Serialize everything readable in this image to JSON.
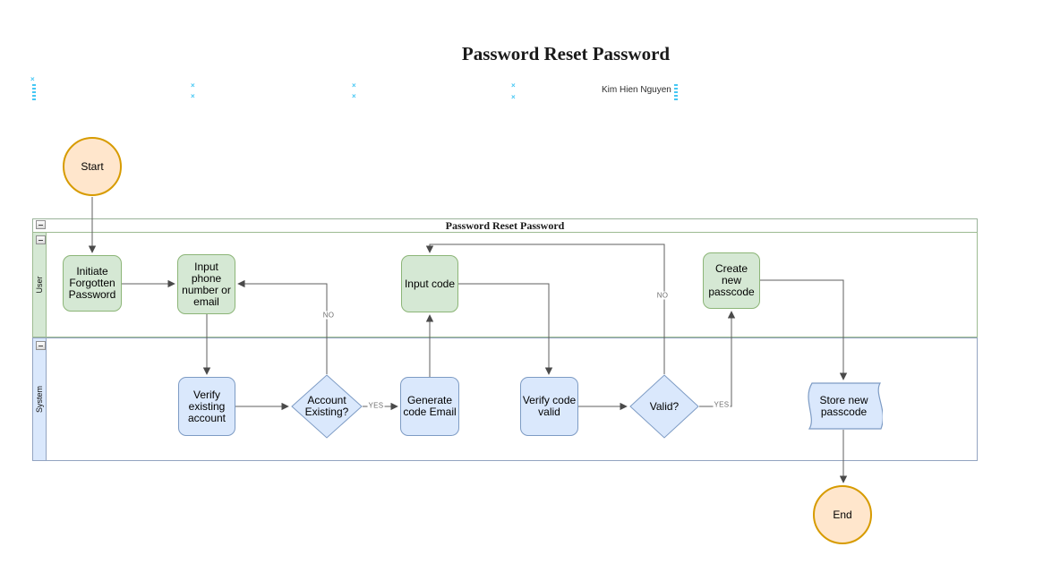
{
  "page": {
    "title": "Password Reset Password",
    "author": "Kim Hien Nguyen"
  },
  "pool": {
    "title": "Password Reset Password",
    "lanes": [
      {
        "label": "User"
      },
      {
        "label": "System"
      }
    ]
  },
  "nodes": {
    "start": {
      "label": "Start",
      "shape": "circle"
    },
    "initiate": {
      "label": "Initiate Forgotten Password",
      "shape": "rounded-rect",
      "lane": "User"
    },
    "input_phone": {
      "label": "Input phone number or email",
      "shape": "rounded-rect",
      "lane": "User"
    },
    "input_code": {
      "label": "Input code",
      "shape": "rounded-rect",
      "lane": "User"
    },
    "create_new": {
      "label": "Create new passcode",
      "shape": "rounded-rect",
      "lane": "User"
    },
    "verify_existing": {
      "label": "Verify existing account",
      "shape": "rounded-rect",
      "lane": "System"
    },
    "account_existing": {
      "label": "Account Existing?",
      "shape": "diamond",
      "lane": "System"
    },
    "generate_code": {
      "label": "Generate code Email",
      "shape": "rounded-rect",
      "lane": "System"
    },
    "verify_code": {
      "label": "Verify code valid",
      "shape": "rounded-rect",
      "lane": "System"
    },
    "valid": {
      "label": "Valid?",
      "shape": "diamond",
      "lane": "System"
    },
    "store_new": {
      "label": "Store new passcode",
      "shape": "document",
      "lane": "System"
    },
    "end": {
      "label": "End",
      "shape": "circle"
    }
  },
  "edges": [
    {
      "from": "start",
      "to": "initiate",
      "label": ""
    },
    {
      "from": "initiate",
      "to": "input_phone",
      "label": ""
    },
    {
      "from": "input_phone",
      "to": "verify_existing",
      "label": ""
    },
    {
      "from": "verify_existing",
      "to": "account_existing",
      "label": ""
    },
    {
      "from": "account_existing",
      "to": "generate_code",
      "label": "YES"
    },
    {
      "from": "account_existing",
      "to": "input_phone",
      "label": "NO"
    },
    {
      "from": "generate_code",
      "to": "input_code",
      "label": ""
    },
    {
      "from": "input_code",
      "to": "verify_code",
      "label": ""
    },
    {
      "from": "verify_code",
      "to": "valid",
      "label": ""
    },
    {
      "from": "valid",
      "to": "create_new",
      "label": "YES"
    },
    {
      "from": "valid",
      "to": "input_code",
      "label": "NO"
    },
    {
      "from": "create_new",
      "to": "store_new",
      "label": ""
    },
    {
      "from": "store_new",
      "to": "end",
      "label": ""
    }
  ],
  "colors": {
    "user_node_fill": "#d5e8d4",
    "user_node_stroke": "#82b366",
    "system_node_fill": "#dae8fc",
    "system_node_stroke": "#6c8ebf",
    "terminal_fill": "#ffe6cc",
    "terminal_stroke": "#d79b00",
    "edge_stroke": "#5f5f5f",
    "anchor_marker": "#45c7f4"
  }
}
